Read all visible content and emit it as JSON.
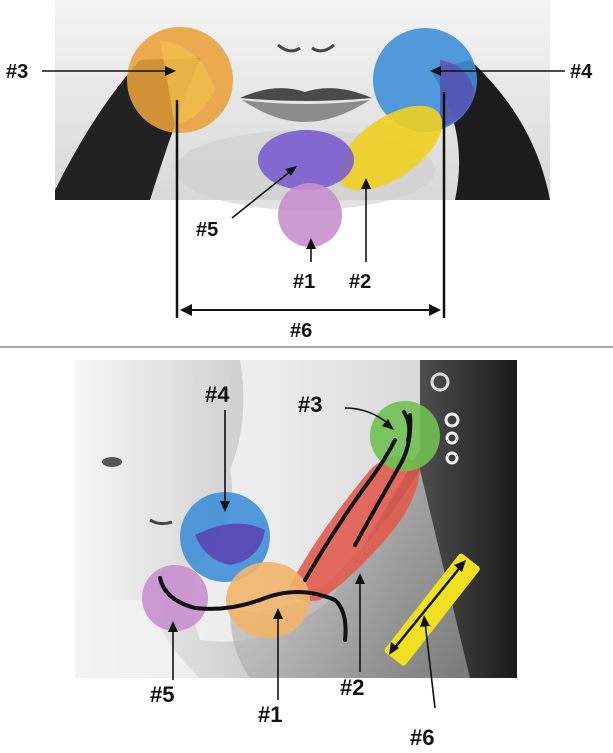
{
  "top_panel": {
    "labels": {
      "z1": "#1",
      "z2": "#2",
      "z3": "#3",
      "z4": "#4",
      "z5": "#5",
      "z6": "#6"
    }
  },
  "bottom_panel": {
    "labels": {
      "z1": "#1",
      "z2": "#2",
      "z3": "#3",
      "z4": "#4",
      "z5": "#5",
      "z6": "#6"
    }
  },
  "colors": {
    "zone1_pink": "#c98fcf",
    "zone2_yellow": "#f0d020",
    "zone3_orange": "#e8a03a",
    "zone3_green": "#6fc050",
    "zone4_blue": "#3f8fd8",
    "zone5_purple": "#7a5ccf",
    "zone_red": "#e0584a",
    "zone_peach": "#f2b46a",
    "divider": "#888888"
  }
}
